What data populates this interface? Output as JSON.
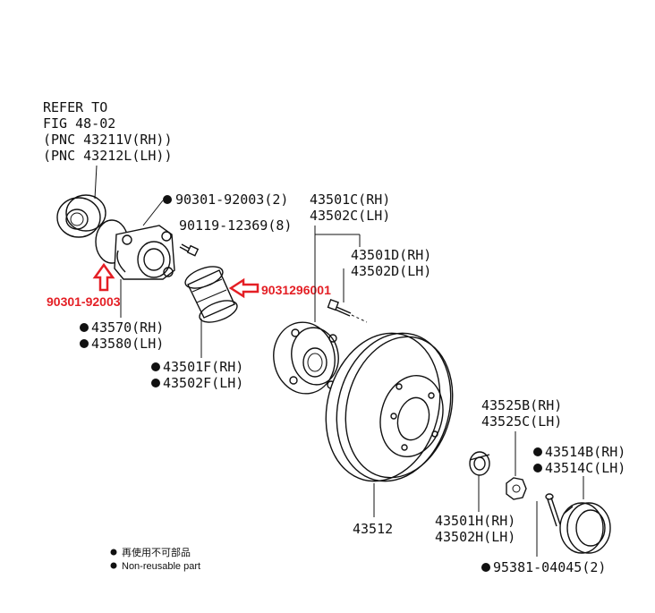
{
  "refer": {
    "line1": "REFER TO",
    "line2": "FIG 48-02",
    "line3": "(PNC 43211V(RH))",
    "line4": "(PNC 43212L(LH))"
  },
  "labels": {
    "bolt_top": "90301-92003(2)",
    "bolt_mid": "90119-12369(8)",
    "hub_rh": "43501C(RH)",
    "hub_lh": "43502C(LH)",
    "hubd_rh": "43501D(RH)",
    "hubd_lh": "43502D(LH)",
    "bearing_rh": "43570(RH)",
    "bearing_lh": "43580(LH)",
    "sleeve_rh": "43501F(RH)",
    "sleeve_lh": "43502F(LH)",
    "disc": "43512",
    "nut_rh": "43525B(RH)",
    "nut_lh": "43525C(LH)",
    "cap_rh": "43514B(RH)",
    "cap_lh": "43514C(LH)",
    "nuth_rh": "43501H(RH)",
    "nuth_lh": "43502H(LH)",
    "pin": "95381-04045(2)"
  },
  "annotations": {
    "red_left": "90301-92003",
    "red_right": "9031296001",
    "accent_color": "#e41f25"
  },
  "legend": {
    "line_cn": "再使用不可部品",
    "line_en": "Non-reusable part"
  }
}
